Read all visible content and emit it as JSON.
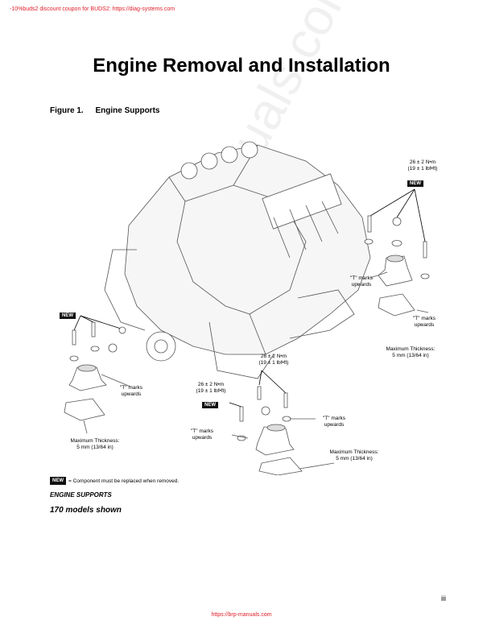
{
  "header": {
    "promo": "-10%buds2 discount coupon for BUDS2: https://diag-systems.com"
  },
  "title": "Engine Removal and Installation",
  "figure": {
    "number": "Figure 1.",
    "name": "Engine Supports"
  },
  "callouts": {
    "torque_right": [
      "26 ± 2 N•m",
      "(19 ± 1 lbf•ft)"
    ],
    "torque_center_top": [
      "26 ± 2 N•m",
      "(19 ± 1 lbf•ft)"
    ],
    "torque_center_left": [
      "26 ± 2 N•m",
      "(19 ± 1 lbf•ft)"
    ],
    "new_badge": "NEW",
    "t_marks": [
      "\"T\" marks",
      "upwards"
    ],
    "max_thickness": [
      "Maximum Thickness:",
      "5 mm (13/64 in)"
    ]
  },
  "legend": {
    "badge": "NEW",
    "text": "= Component must be replaced when removed."
  },
  "caption": "ENGINE SUPPORTS",
  "models_shown": "170 models shown",
  "watermark": "brp-manuals.com",
  "page_number": "iii",
  "footer": "https://brp-manuals.com"
}
